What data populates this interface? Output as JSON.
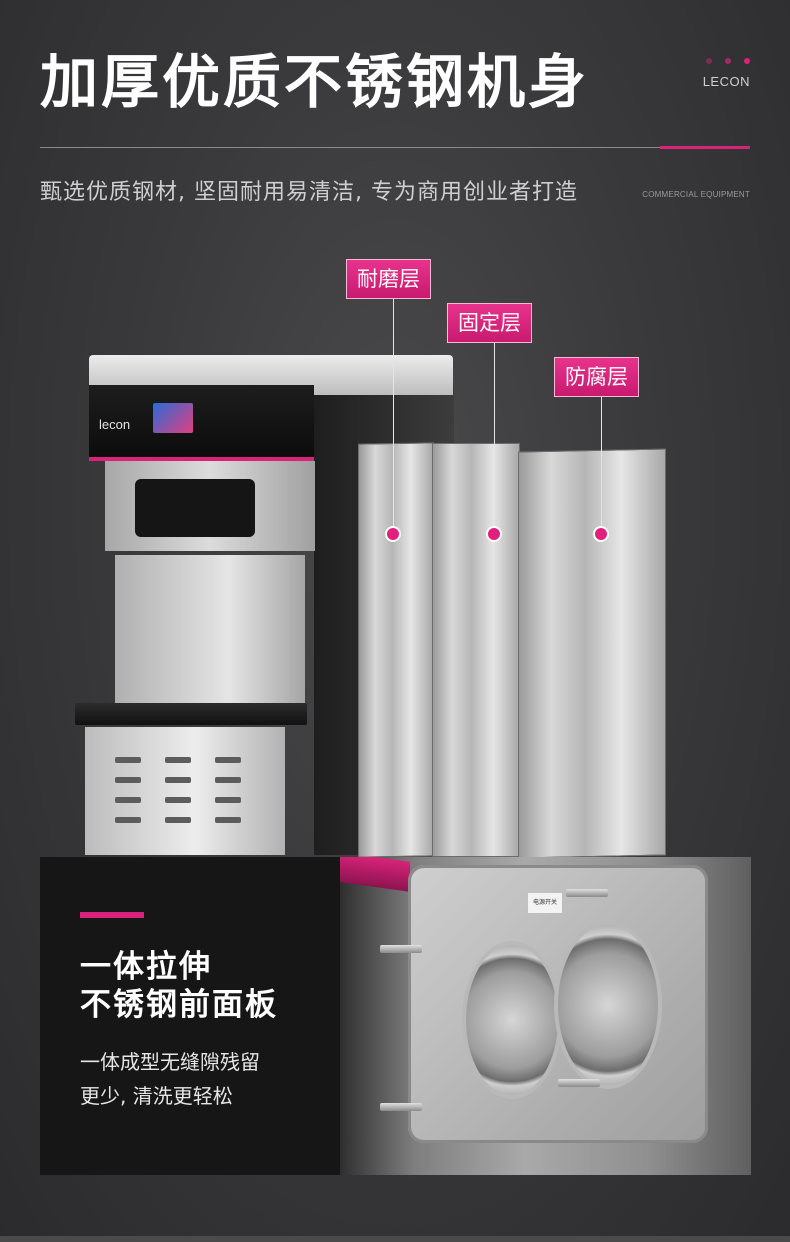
{
  "header": {
    "title": "加厚优质不锈钢机身",
    "brand": "LECON",
    "subtitle": "甄选优质钢材, 坚固耐用易清洁, 专为商用创业者打造",
    "subtitle_en": "COMMERCIAL EQUIPMENT"
  },
  "layers": [
    {
      "label": "耐磨层"
    },
    {
      "label": "固定层"
    },
    {
      "label": "防腐层"
    }
  ],
  "machine": {
    "logo": "lecon"
  },
  "feature": {
    "heading_line1": "一体拉伸",
    "heading_line2": "不锈钢前面板",
    "desc_line1": "一体成型无缝隙残留",
    "desc_line2": "更少, 清洗更轻松",
    "sticker": "电源开关"
  },
  "colors": {
    "accent": "#d9237a",
    "background": "#3a3a3c"
  }
}
